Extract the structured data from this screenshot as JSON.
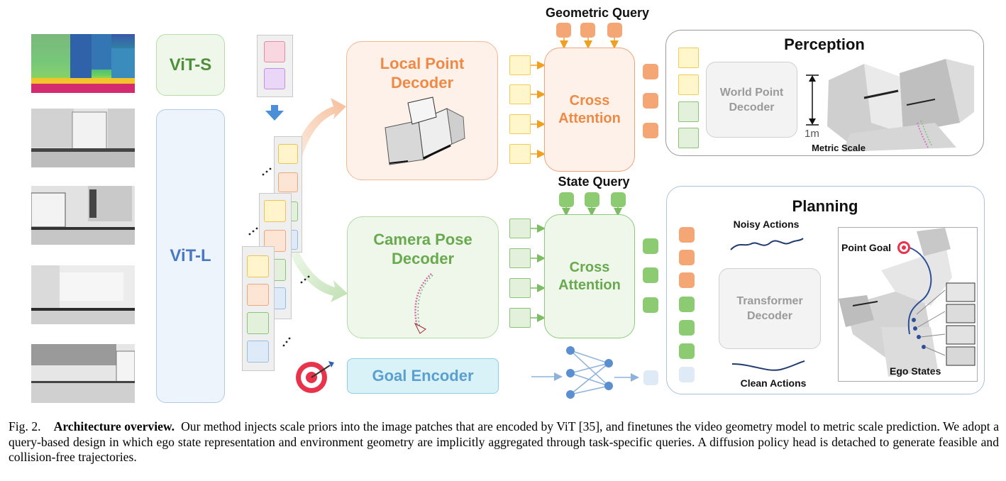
{
  "encoders": {
    "vit_s": "ViT-S",
    "vit_l": "ViT-L"
  },
  "decoders": {
    "local_point": "Local Point\nDecoder",
    "camera_pose": "Camera Pose\nDecoder",
    "goal": "Goal Encoder"
  },
  "queries": {
    "geometric": "Geometric Query",
    "state": "State Query"
  },
  "attention": {
    "top": "Cross\nAttention",
    "bottom": "Cross\nAttention"
  },
  "perception": {
    "title": "Perception",
    "world_point": "World Point\nDecoder",
    "scale_bar": "1m",
    "metric_scale": "Metric Scale"
  },
  "planning": {
    "title": "Planning",
    "noisy": "Noisy Actions",
    "transformer": "Transformer\nDecoder",
    "clean": "Clean Actions",
    "point_goal": "Point Goal",
    "ego_states": "Ego States"
  },
  "caption": {
    "fig": "Fig. 2.",
    "title": "Architecture overview.",
    "body": "Our method injects scale priors into the image patches that are encoded by ViT [35], and finetunes the video geometry model to metric scale prediction. We adopt a query-based design in which ego state representation and environment geometry are implicitly aggregated through task-specific queries. A diffusion policy head is detached to generate feasible and collision-free trajectories."
  },
  "colors": {
    "orange": "#f0a27a",
    "orange_fill": "#fdf1e9",
    "green": "#8cc97a",
    "green_fill": "#eef7ea",
    "blue": "#6d9fd6",
    "yellow_fill": "#fff6cc",
    "yellow_border": "#f2cc59"
  }
}
